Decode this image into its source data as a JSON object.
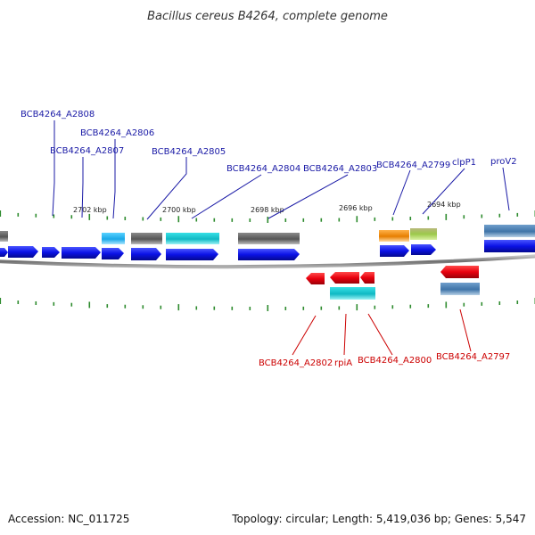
{
  "title": "Bacillus cereus B4264, complete genome",
  "footer": {
    "accession": "Accession: NC_011725",
    "summary": "Topology: circular; Length: 5,419,036 bp; Genes: 5,547"
  },
  "colors": {
    "forward_label": "#1a1aa6",
    "reverse_label": "#cc0000",
    "forward_gene": "#0b12e6",
    "reverse_gene": "#e8000e",
    "tick": "#2e8b2e",
    "backbone": "#8a8a8a"
  },
  "scale_labels": [
    "2702 kbp",
    "2700 kbp",
    "2698 kbp",
    "2696 kbp",
    "2694 kbp"
  ],
  "forward_labels": [
    "BCB4264_A2808",
    "BCB4264_A2806",
    "BCB4264_A2807",
    "BCB4264_A2805",
    "BCB4264_A2804",
    "BCB4264_A2803",
    "BCB4264_A2799",
    "clpP1",
    "proV2"
  ],
  "reverse_labels": [
    "BCB4264_A2802",
    "rpiA",
    "BCB4264_A2800",
    "BCB4264_A2797"
  ]
}
